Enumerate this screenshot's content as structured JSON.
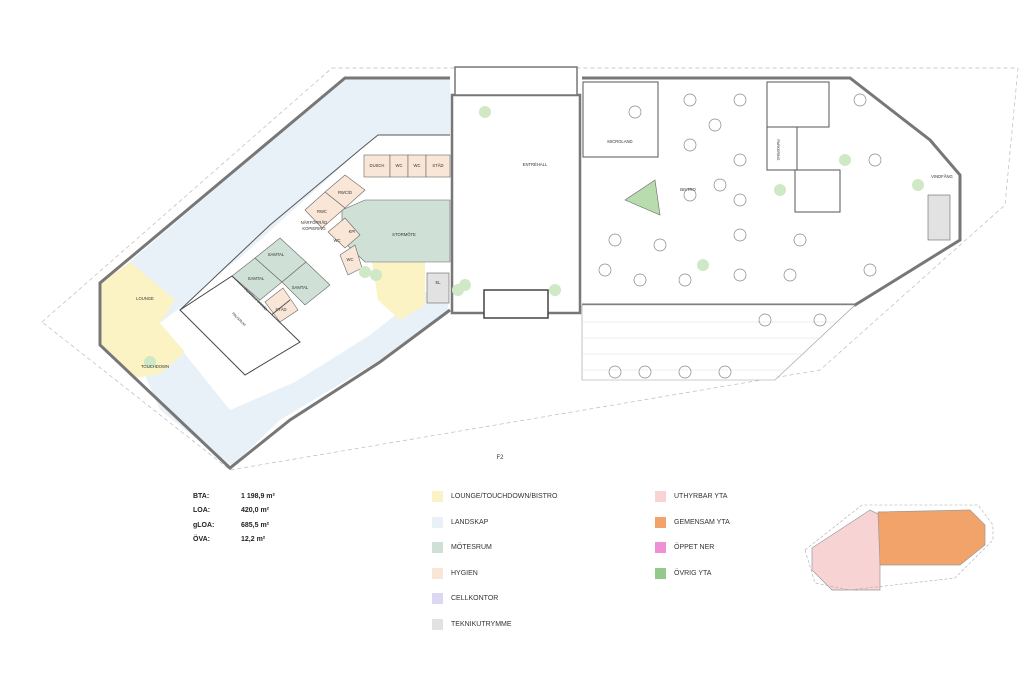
{
  "rooms": {
    "lounge": "LOUNGE",
    "touchdown": "TOUCHDOWN",
    "dusch": "DUSCH",
    "wc": "WC",
    "stad": "STÄD",
    "rwcd": "RWC/D",
    "rwc": "RWC",
    "narforrad": "NÄRFÖRRÅD",
    "kopiering": "KOPIERING",
    "kpi": "KPI",
    "stormote": "STORMÖTE",
    "samtal": "SAMTAL",
    "pentry": "PENTRY/FÖRRÅD",
    "pausrum": "PAUSRUM",
    "el": "EL",
    "entrehall": "ENTRÉHALL",
    "microland": "MICROLAND",
    "bistro": "BISTRO",
    "vindfang": "VINDFÅNG",
    "parkering": "PARKERING",
    "floor": "F2"
  },
  "stats": [
    {
      "label": "BTA:",
      "value": "1 198,9 m²"
    },
    {
      "label": "LOA:",
      "value": "420,0 m²"
    },
    {
      "label": "gLOA:",
      "value": "685,5 m²"
    },
    {
      "label": "ÖVA:",
      "value": "12,2 m²"
    }
  ],
  "legend_left": [
    {
      "label": "LOUNGE/TOUCHDOWN/BISTRO",
      "color": "#fbf3c4"
    },
    {
      "label": "LANDSKAP",
      "color": "#e9f1f8"
    },
    {
      "label": "MÖTESRUM",
      "color": "#cfe0d6"
    },
    {
      "label": "HYGIEN",
      "color": "#f9e6d6"
    },
    {
      "label": "CELLKONTOR",
      "color": "#dcd8f2"
    },
    {
      "label": "TEKNIKUTRYMME",
      "color": "#e2e2e2"
    }
  ],
  "legend_right": [
    {
      "label": "UTHYRBAR YTA",
      "color": "#f7d3d4"
    },
    {
      "label": "GEMENSAM YTA",
      "color": "#f2a36a"
    },
    {
      "label": "ÖPPET NER",
      "color": "#ef8fd6"
    },
    {
      "label": "ÖVRIG YTA",
      "color": "#93c98a"
    }
  ]
}
